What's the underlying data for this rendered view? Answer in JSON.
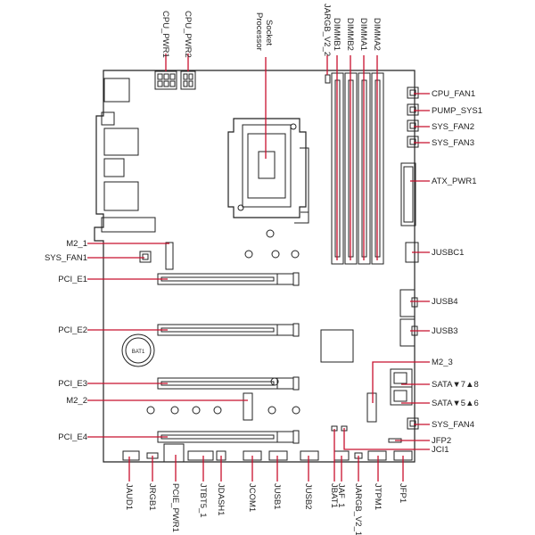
{
  "colors": {
    "leader": "#c8102e",
    "outline": "#222222"
  },
  "top_labels": {
    "cpu_pwr1": "CPU_PWR1",
    "cpu_pwr2": "CPU_PWR2",
    "processor": "Processor",
    "socket": "Socket",
    "jargb_v2_2": "JARGB_V2_2",
    "dimmb1": "DIMMB1",
    "dimmb2": "DIMMB2",
    "dimma1": "DIMMA1",
    "dimma2": "DIMMA2"
  },
  "right_labels": {
    "cpu_fan1": "CPU_FAN1",
    "pump_sys1": "PUMP_SYS1",
    "sys_fan2": "SYS_FAN2",
    "sys_fan3": "SYS_FAN3",
    "atx_pwr1": "ATX_PWR1",
    "jusbc1": "JUSBC1",
    "jusb4": "JUSB4",
    "jusb3": "JUSB3",
    "m2_3": "M2_3",
    "sata78": "SATA▼7▲8",
    "sata56": "SATA▼5▲6",
    "sys_fan4": "SYS_FAN4",
    "jfp2": "JFP2",
    "jci1": "JCI1"
  },
  "left_labels": {
    "m2_1": "M2_1",
    "sys_fan1": "SYS_FAN1",
    "pci_e1": "PCI_E1",
    "pci_e2": "PCI_E2",
    "pci_e3": "PCI_E3",
    "m2_2": "M2_2",
    "pci_e4": "PCI_E4"
  },
  "bottom_labels": {
    "jaud1": "JAUD1",
    "jrgb1": "JRGB1",
    "pcie_pwr1": "PCIE_PWR1",
    "jtbt5_1": "JTBT5_1",
    "jdash1": "JDASH1",
    "jcom1": "JCOM1",
    "jusb1": "JUSB1",
    "jusb2": "JUSB2",
    "jbat1": "JBAT1",
    "jaf_1": "JAF_1",
    "jargb_v2_1": "JARGB_V2_1",
    "jtpm1": "JTPM1",
    "jfp1": "JFP1"
  },
  "board_labels": {
    "bat1": "BAT1"
  }
}
